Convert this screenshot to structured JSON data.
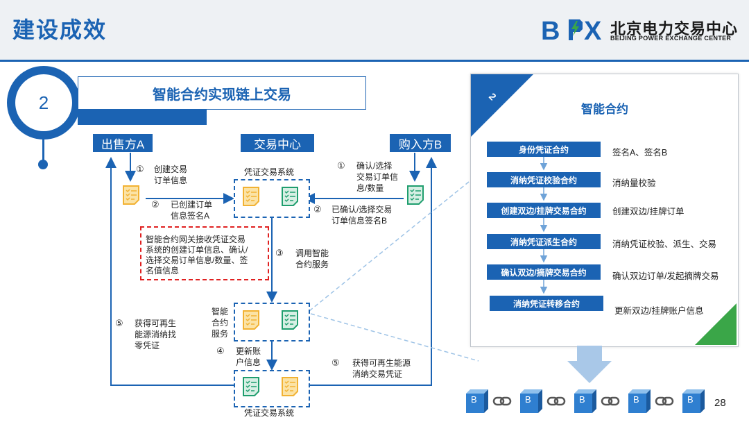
{
  "page": {
    "title": "建设成效",
    "number": "28"
  },
  "logo": {
    "mark": "BPX",
    "name_cn": "北京电力交易中心",
    "name_en": "BEIJING POWER EXCHANGE CENTER"
  },
  "section": {
    "number": "2",
    "title": "智能合约实现链上交易"
  },
  "roles": {
    "seller": "出售方A",
    "center": "交易中心",
    "buyer": "购入方B"
  },
  "flow": {
    "voucher_system_top": "凭证交易系统",
    "voucher_system_bottom": "凭证交易系统",
    "smart_contract_service": "智能\n合约\n服务",
    "steps": {
      "seller_1_num": "①",
      "seller_1": "创建交易\n订单信息",
      "seller_2_num": "②",
      "seller_2": "已创建订单\n信息签名A",
      "buyer_1_num": "①",
      "buyer_1": "确认/选择\n交易订单信\n息/数量",
      "buyer_2_num": "②",
      "buyer_2": "已确认/选择交易\n订单信息签名B",
      "step3_num": "③",
      "step3": "调用智能\n合约服务",
      "step4_num": "④",
      "step4": "更新账\n户信息",
      "left5_num": "⑤",
      "left5": "获得可再生\n能源消纳找\n零凭证",
      "right5_num": "⑤",
      "right5": "获得可再生能源\n消纳交易凭证"
    },
    "gateway_note": "智能合约网关接收凭证交易\n系统的创建订单信息、确认/\n选择交易订单信息/数量、签\n名值信息"
  },
  "panel": {
    "badge": "2",
    "title": "智能合约",
    "contracts": [
      {
        "name": "身份凭证合约",
        "desc": "签名A、签名B"
      },
      {
        "name": "消纳凭证校验合约",
        "desc": "消纳量校验"
      },
      {
        "name": "创建双边/挂牌交易合约",
        "desc": "创建双边/挂牌订单"
      },
      {
        "name": "消纳凭证派生合约",
        "desc": "消纳凭证校验、派生、交易"
      },
      {
        "name": "确认双边/摘牌交易合约",
        "desc": "确认双边订单/发起摘牌交易"
      },
      {
        "name": "消纳凭证转移合约",
        "desc": "更新双边/挂牌账户信息"
      }
    ]
  },
  "chain": {
    "blocks": [
      "B",
      "B",
      "B",
      "B",
      "B"
    ]
  },
  "colors": {
    "primary": "#1b63b3",
    "green": "#3aa648",
    "red": "#e02020",
    "doc_orange": "#f2b233",
    "doc_green": "#1f9e6e"
  }
}
